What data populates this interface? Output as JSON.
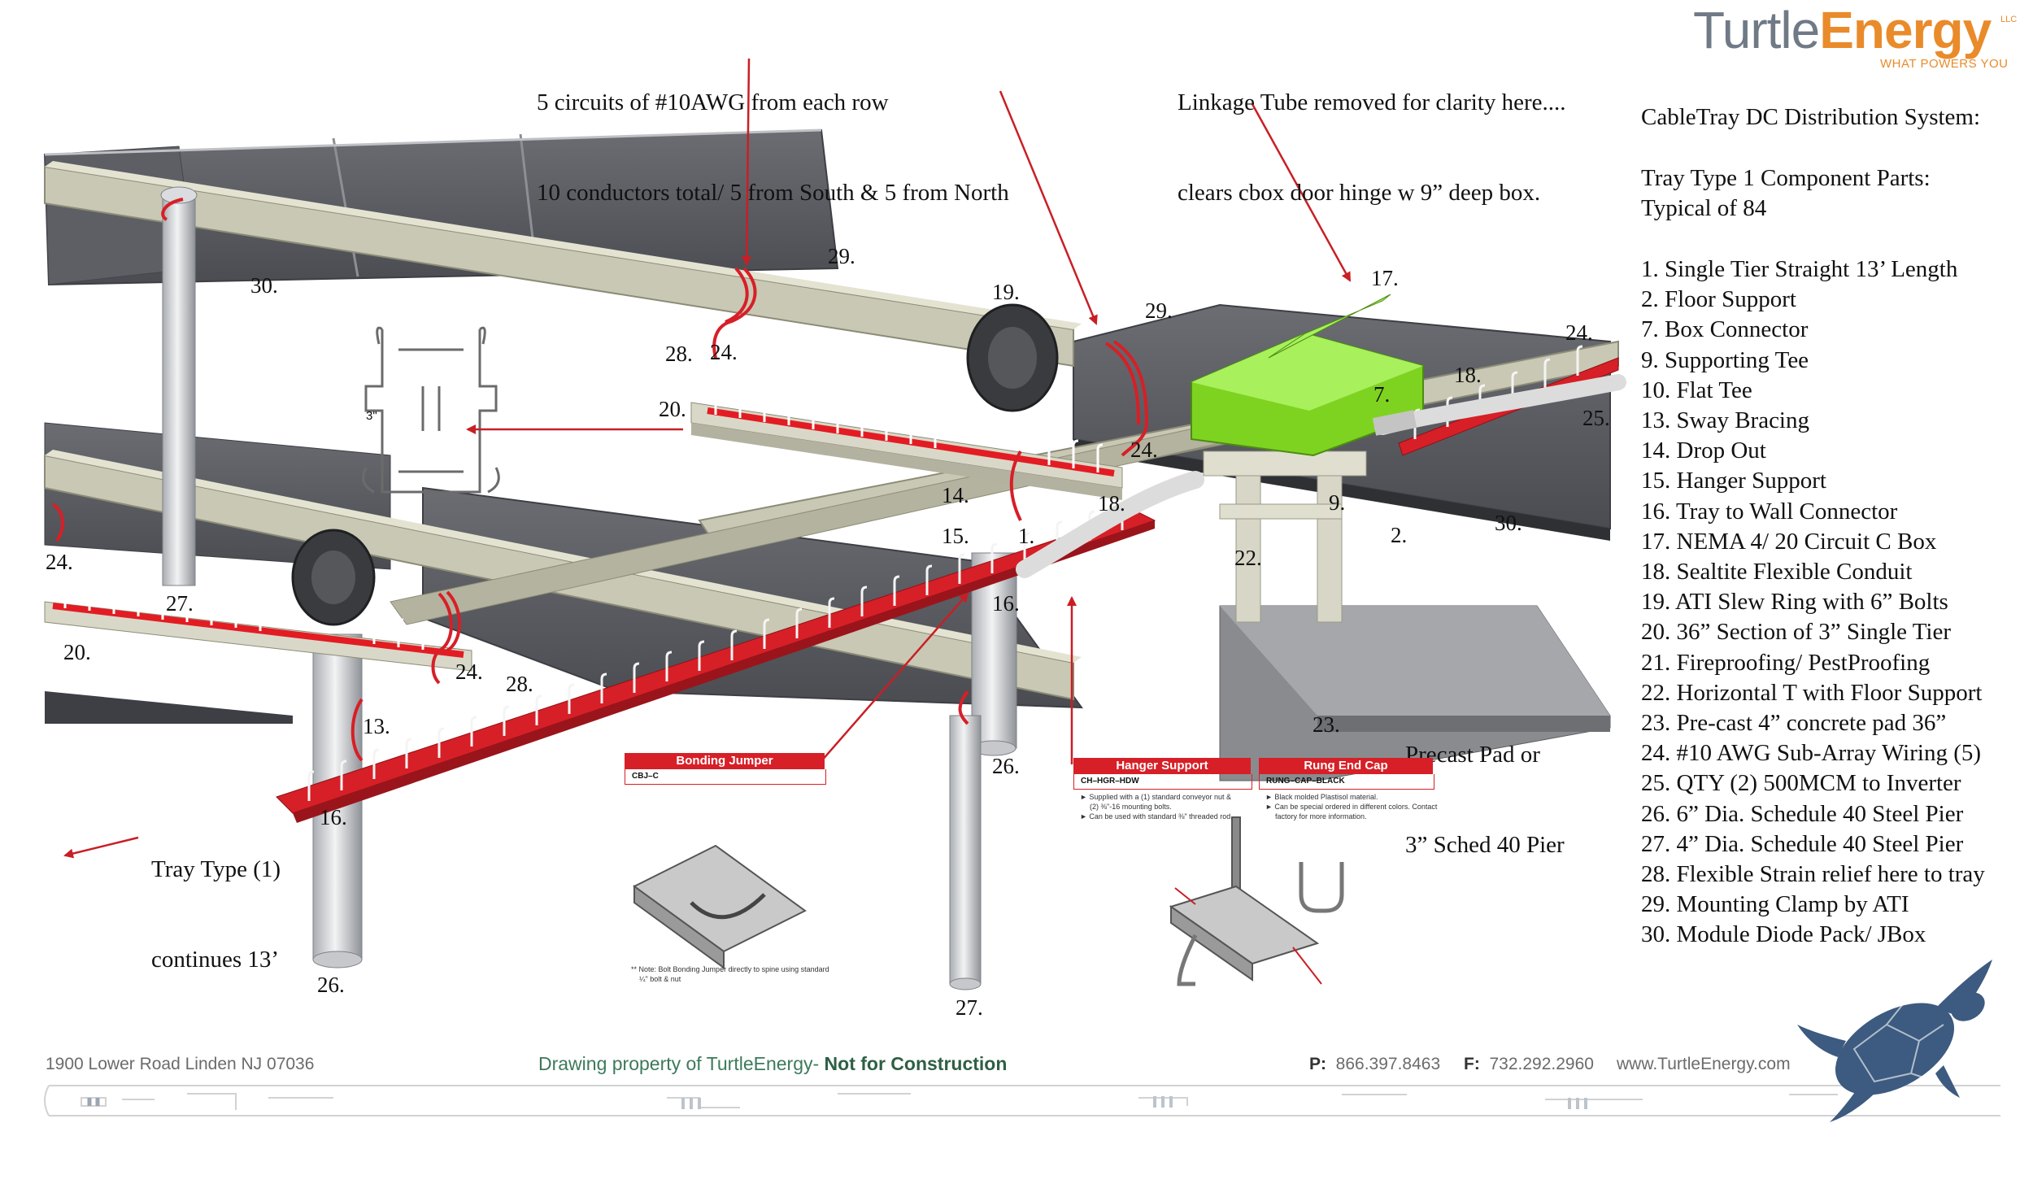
{
  "logo": {
    "turtle": "Turtle",
    "energy": "Energy",
    "llc": "LLC",
    "tagline": "WHAT POWERS YOU"
  },
  "callouts": {
    "circuits_line1": "5 circuits of #10AWG from each row",
    "circuits_line2": "10 conductors total/ 5 from South & 5 from North",
    "linkage_line1": "Linkage Tube removed for clarity here....",
    "linkage_line2": "clears cbox door hinge w 9” deep box.",
    "precast_line1": "Precast Pad or",
    "precast_line2": "3” Sched 40 Pier",
    "continues_line1": "Tray Type (1)",
    "continues_line2": "continues 13’",
    "profile_dim": "3\""
  },
  "parts": {
    "heading": "CableTray DC Distribution System:",
    "subheading1": "Tray Type 1 Component Parts:",
    "subheading2": "Typical of 84",
    "items": [
      "1. Single Tier Straight 13’ Length",
      "2. Floor Support",
      "7. Box Connector",
      "9. Supporting Tee",
      "10. Flat Tee",
      "13. Sway Bracing",
      "14. Drop Out",
      "15. Hanger Support",
      "16. Tray to Wall Connector",
      "17. NEMA 4/ 20 Circuit C Box",
      "18. Sealtite Flexible Conduit",
      "19. ATI Slew Ring with 6” Bolts",
      "20. 36” Section of 3” Single Tier",
      "21. Fireproofing/ PestProofing",
      "22. Horizontal T with Floor Support",
      "23. Pre-cast 4” concrete pad 36”",
      "24. #10 AWG Sub-Array Wiring (5)",
      "25. QTY (2) 500MCM to Inverter",
      "26. 6” Dia. Schedule 40 Steel Pier",
      "27. 4” Dia. Schedule 40 Steel Pier",
      "28. Flexible Strain relief here to tray",
      "29. Mounting Clamp by ATI",
      "30. Module Diode Pack/ JBox"
    ]
  },
  "labels": [
    {
      "id": "l29a",
      "text": "29."
    },
    {
      "id": "l30a",
      "text": "30."
    },
    {
      "id": "l19",
      "text": "19."
    },
    {
      "id": "l29b",
      "text": "29."
    },
    {
      "id": "l17",
      "text": "17."
    },
    {
      "id": "l24a",
      "text": "24."
    },
    {
      "id": "l28a",
      "text": "28."
    },
    {
      "id": "l24b",
      "text": "24."
    },
    {
      "id": "l18a",
      "text": "18."
    },
    {
      "id": "l25",
      "text": "25."
    },
    {
      "id": "l7",
      "text": "7."
    },
    {
      "id": "l20a",
      "text": "20."
    },
    {
      "id": "l24c",
      "text": "24."
    },
    {
      "id": "l14",
      "text": "14."
    },
    {
      "id": "l18b",
      "text": "18."
    },
    {
      "id": "l9",
      "text": "9."
    },
    {
      "id": "l2",
      "text": "2."
    },
    {
      "id": "l30b",
      "text": "30."
    },
    {
      "id": "l15",
      "text": "15."
    },
    {
      "id": "l1",
      "text": "1."
    },
    {
      "id": "l22",
      "text": "22."
    },
    {
      "id": "l24d",
      "text": "24."
    },
    {
      "id": "l16a",
      "text": "16."
    },
    {
      "id": "l27a",
      "text": "27."
    },
    {
      "id": "l20b",
      "text": "20."
    },
    {
      "id": "l24e",
      "text": "24."
    },
    {
      "id": "l28b",
      "text": "28."
    },
    {
      "id": "l13",
      "text": "13."
    },
    {
      "id": "l23",
      "text": "23."
    },
    {
      "id": "l26a",
      "text": "26."
    },
    {
      "id": "l16b",
      "text": "16."
    },
    {
      "id": "l26b",
      "text": "26."
    },
    {
      "id": "l27b",
      "text": "27."
    }
  ],
  "cards": {
    "bonding_title": "Bonding Jumper",
    "bonding_code": "CBJ–C",
    "bonding_note1": "**  Note: Bolt Bonding Jumper directly to spine using standard",
    "bonding_note2": "¼\" bolt & nut",
    "hanger_title": "Hanger Support",
    "hanger_code": "CH–HGR–HDW",
    "hanger_note1": "►  Supplied with a (1) standard conveyor nut &",
    "hanger_note2": "(2) ⅜\"-16 mounting bolts.",
    "hanger_note3": "►  Can be used with standard ⅜\" threaded rod.",
    "rung_title": "Rung End Cap",
    "rung_code": "RUNG–CAP–BLACK",
    "rung_note1": "►  Black molded Plastisol material.",
    "rung_note2": "►  Can be special ordered in different colors.  Contact",
    "rung_note3": "factory for more information."
  },
  "footer": {
    "address": "1900 Lower Road   Linden NJ   07036",
    "property": "Drawing property of TurtleEnergy- ",
    "property_bold": "Not for Construction",
    "phone_label": "P:",
    "phone": "866.397.8463",
    "fax_label": "F:",
    "fax": "732.292.2960",
    "web": "www.TurtleEnergy.com"
  },
  "colors": {
    "accent_red": "#d71f27",
    "box_green": "#8de32e",
    "panel_gray": "#5a5c62",
    "beam_tan": "#c9c8b4",
    "logo_orange": "#e98b2a",
    "logo_gray": "#6f7a86",
    "turtle_blue": "#3d5a80"
  }
}
